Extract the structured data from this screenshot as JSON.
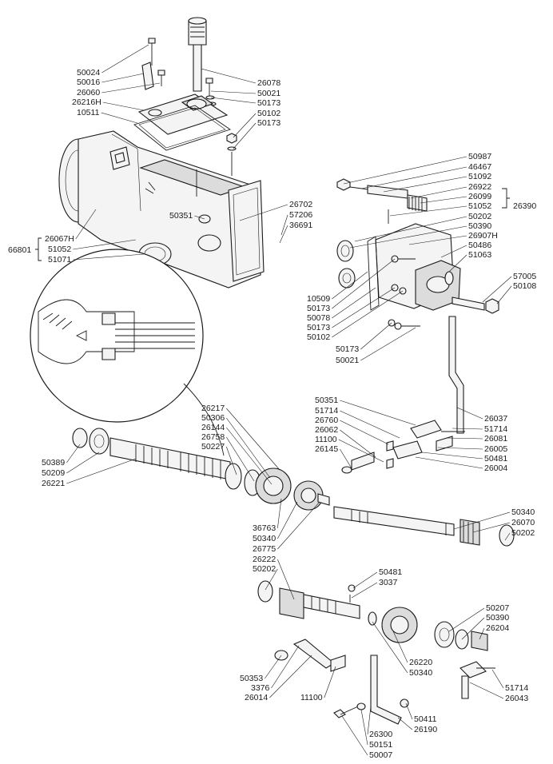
{
  "diagram": {
    "labels": [
      "50024",
      "50016",
      "26060",
      "26216H",
      "10511",
      "26078",
      "50021",
      "50173",
      "50102",
      "50173",
      "26702",
      "57206",
      "36691",
      "66801",
      "26067H",
      "51052",
      "51071",
      "50351",
      "50987",
      "46467",
      "51092",
      "26922",
      "26099",
      "51052",
      "50202",
      "50390",
      "26907H",
      "50486",
      "51063",
      "26390",
      "10509",
      "50173",
      "50078",
      "50173",
      "50102",
      "50173",
      "50021",
      "57005",
      "50108",
      "50351",
      "51714",
      "26760",
      "26062",
      "11100",
      "26145",
      "26037",
      "51714",
      "26081",
      "26005",
      "50481",
      "26004",
      "26217",
      "50306",
      "26144",
      "26758",
      "50227",
      "50389",
      "50209",
      "26221",
      "36763",
      "50340",
      "26775",
      "50340",
      "26070",
      "50202",
      "26222",
      "50202",
      "50481",
      "3037",
      "50207",
      "50390",
      "26204",
      "26220",
      "50340",
      "50353",
      "3376",
      "26014",
      "11100",
      "51714",
      "26043",
      "50411",
      "26190",
      "26300",
      "50151",
      "50007"
    ]
  }
}
